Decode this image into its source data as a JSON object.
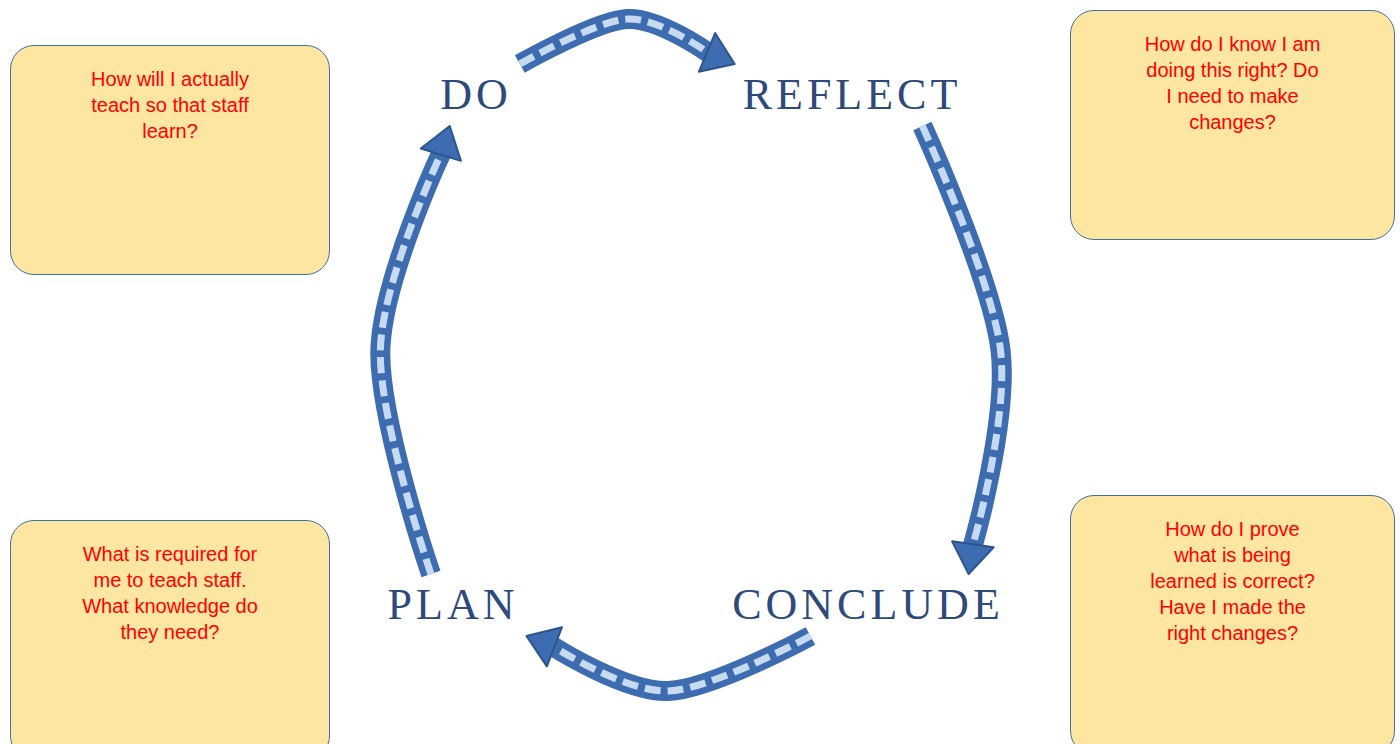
{
  "diagram": {
    "nodes": [
      {
        "text": [
          "How will I actually teach so that staff learn?"
        ]
      },
      {
        "text": [
          "DO"
        ]
      },
      {
        "text": [
          "REFLECT"
        ]
      },
      {
        "text": [
          "How do I know I am doing this right? Do I need to make changes?"
        ]
      },
      {
        "text": [
          "PLAN"
        ]
      },
      {
        "text": [
          "CONCLUDE"
        ]
      },
      {
        "text": [
          "What is required for me to teach staff. What knowledge do they need?"
        ]
      },
      {
        "text": [
          "How do I prove what is being learned is correct? Have I made the right changes?"
        ]
      }
    ],
    "edges": [
      {
        "from": 1,
        "to": 2,
        "arrow": "to"
      },
      {
        "from": 2,
        "to": 5,
        "arrow": "to"
      },
      {
        "from": 5,
        "to": 4,
        "arrow": "to"
      },
      {
        "from": 4,
        "to": 1,
        "arrow": "to"
      }
    ]
  }
}
